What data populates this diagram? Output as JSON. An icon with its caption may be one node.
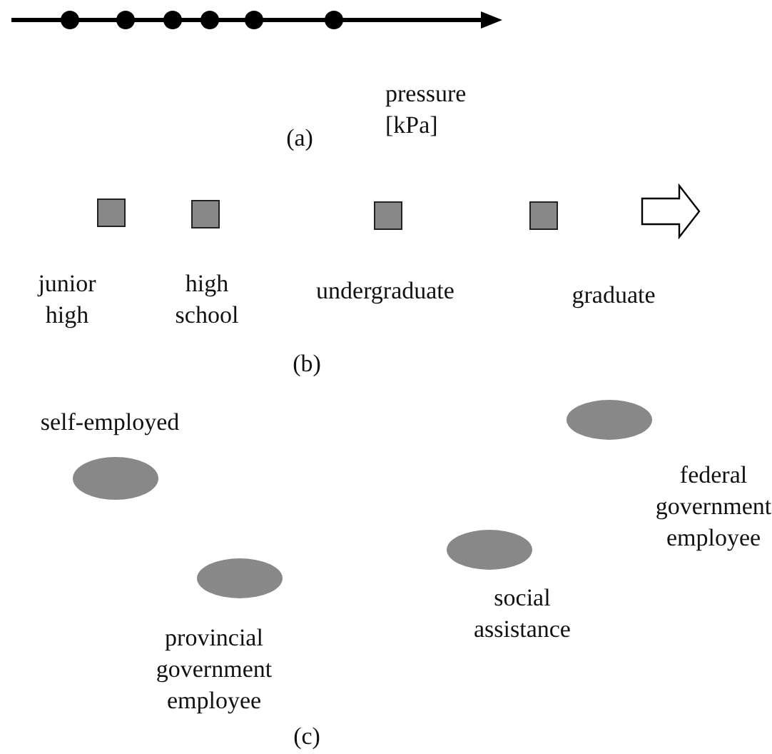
{
  "diagram": {
    "nodes": [
      {
        "text": [],
        "shape": "box",
        "beside": [
          "junior high"
        ]
      },
      {
        "text": [],
        "shape": "box",
        "beside": [
          "high school"
        ]
      },
      {
        "text": [],
        "shape": "box",
        "beside": [
          "undergraduate"
        ]
      },
      {
        "text": [],
        "shape": "box",
        "beside": [
          "graduate"
        ]
      },
      {
        "text": [],
        "shape": "ellipse",
        "beside": [
          "federal government employee"
        ]
      },
      {
        "text": [],
        "shape": "ellipse",
        "beside": [
          "self-employed"
        ]
      },
      {
        "text": [],
        "shape": "ellipse",
        "beside": [
          "social assistance"
        ]
      },
      {
        "text": [],
        "shape": "ellipse",
        "beside": [
          "provincial government employee"
        ]
      }
    ],
    "edges": [],
    "labels": [
      "pressure [kPa]",
      "(a)",
      "(b)",
      "(c)"
    ]
  }
}
